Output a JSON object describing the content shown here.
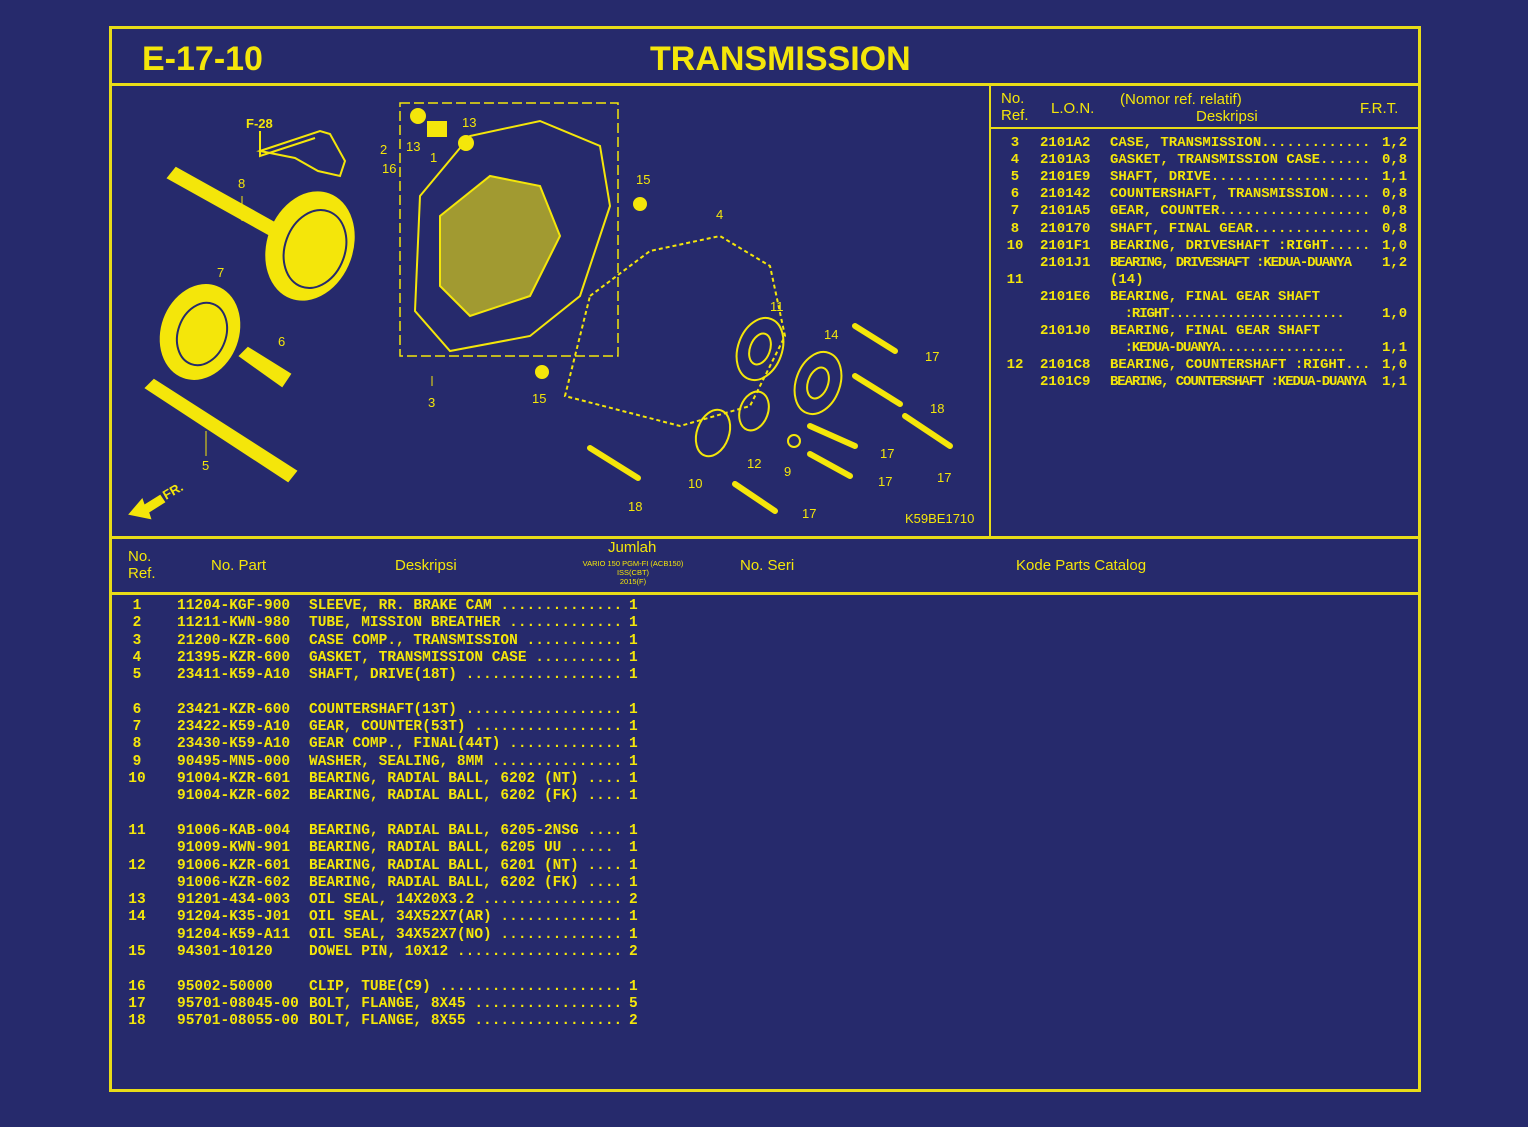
{
  "header": {
    "code": "E-17-10",
    "title": "TRANSMISSION"
  },
  "diagram": {
    "callouts": [
      "F-28",
      "2",
      "16",
      "13",
      "13",
      "1",
      "8",
      "7",
      "6",
      "5",
      "3",
      "15",
      "4",
      "11",
      "14",
      "17",
      "18",
      "17",
      "17",
      "17",
      "15",
      "12",
      "9",
      "10",
      "18",
      "17"
    ],
    "front_label": "FR.",
    "drawing_code": "K59BE1710"
  },
  "labor_table": {
    "headers": {
      "ref": "No.\nRef.",
      "lon": "L.O.N.",
      "desc_top": "(Nomor ref. relatif)",
      "desc": "Deskripsi",
      "frt": "F.R.T."
    },
    "rows": [
      {
        "ref": "3",
        "lon": "2101A2",
        "desc": "CASE, TRANSMISSION.............",
        "frt": "1,2"
      },
      {
        "ref": "4",
        "lon": "2101A3",
        "desc": "GASKET, TRANSMISSION CASE......",
        "frt": "0,8"
      },
      {
        "ref": "5",
        "lon": "2101E9",
        "desc": "SHAFT, DRIVE...................",
        "frt": "1,1"
      },
      {
        "ref": "6",
        "lon": "210142",
        "desc": "COUNTERSHAFT, TRANSMISSION.....",
        "frt": "0,8"
      },
      {
        "ref": "7",
        "lon": "2101A5",
        "desc": "GEAR, COUNTER..................",
        "frt": "0,8"
      },
      {
        "ref": "8",
        "lon": "210170",
        "desc": "SHAFT, FINAL GEAR..............",
        "frt": "0,8"
      },
      {
        "ref": "10",
        "lon": "2101F1",
        "desc": "BEARING, DRIVESHAFT :RIGHT.....",
        "frt": "1,0"
      },
      {
        "ref": "",
        "lon": "2101J1",
        "desc": "BEARING, DRIVESHAFT :KEDUA-DUANYA",
        "frt": "1,2"
      },
      {
        "ref": "11",
        "lon": "",
        "desc": "(14)",
        "frt": ""
      },
      {
        "ref": "",
        "lon": "2101E6",
        "desc": "BEARING, FINAL GEAR SHAFT",
        "frt": ""
      },
      {
        "ref": "",
        "lon": "",
        "desc": "  :RIGHT........................",
        "frt": "1,0"
      },
      {
        "ref": "",
        "lon": "2101J0",
        "desc": "BEARING, FINAL GEAR SHAFT",
        "frt": ""
      },
      {
        "ref": "",
        "lon": "",
        "desc": "  :KEDUA-DUANYA.................",
        "frt": "1,1"
      },
      {
        "ref": "12",
        "lon": "2101C8",
        "desc": "BEARING, COUNTERSHAFT :RIGHT...",
        "frt": "1,0"
      },
      {
        "ref": "",
        "lon": "2101C9",
        "desc": "BEARING, COUNTERSHAFT :KEDUA-DUANYA",
        "frt": "1,1"
      }
    ]
  },
  "parts_table": {
    "headers": {
      "ref": "No.\nRef.",
      "part": "No. Part",
      "desc": "Deskripsi",
      "qty": "Jumlah",
      "qty_model": "VARIO 150 PGM-FI (ACB150)\nISS(CBT)\n2015(F)",
      "serial": "No. Seri",
      "catalog": "Kode Parts Catalog"
    },
    "groups": [
      [
        {
          "ref": "1",
          "part": "11204-KGF-900",
          "desc": "SLEEVE, RR. BRAKE CAM ..............",
          "qty": "1"
        },
        {
          "ref": "2",
          "part": "11211-KWN-980",
          "desc": "TUBE, MISSION BREATHER .............",
          "qty": "1"
        },
        {
          "ref": "3",
          "part": "21200-KZR-600",
          "desc": "CASE COMP., TRANSMISSION ...........",
          "qty": "1"
        },
        {
          "ref": "4",
          "part": "21395-KZR-600",
          "desc": "GASKET, TRANSMISSION CASE ..........",
          "qty": "1"
        },
        {
          "ref": "5",
          "part": "23411-K59-A10",
          "desc": "SHAFT, DRIVE(18T) ..................",
          "qty": "1"
        }
      ],
      [
        {
          "ref": "6",
          "part": "23421-KZR-600",
          "desc": "COUNTERSHAFT(13T) ..................",
          "qty": "1"
        },
        {
          "ref": "7",
          "part": "23422-K59-A10",
          "desc": "GEAR, COUNTER(53T) .................",
          "qty": "1"
        },
        {
          "ref": "8",
          "part": "23430-K59-A10",
          "desc": "GEAR COMP., FINAL(44T) .............",
          "qty": "1"
        },
        {
          "ref": "9",
          "part": "90495-MN5-000",
          "desc": "WASHER, SEALING, 8MM ...............",
          "qty": "1"
        },
        {
          "ref": "10",
          "part": "91004-KZR-601",
          "desc": "BEARING, RADIAL BALL, 6202 (NT) ....",
          "qty": "1"
        },
        {
          "ref": "",
          "part": "91004-KZR-602",
          "desc": "BEARING, RADIAL BALL, 6202 (FK) ....",
          "qty": "1"
        }
      ],
      [
        {
          "ref": "11",
          "part": "91006-KAB-004",
          "desc": "BEARING, RADIAL BALL, 6205-2NSG ....",
          "qty": "1"
        },
        {
          "ref": "",
          "part": "91009-KWN-901",
          "desc": "BEARING, RADIAL BALL, 6205 UU .....",
          "qty": "1"
        },
        {
          "ref": "12",
          "part": "91006-KZR-601",
          "desc": "BEARING, RADIAL BALL, 6201 (NT) ....",
          "qty": "1"
        },
        {
          "ref": "",
          "part": "91006-KZR-602",
          "desc": "BEARING, RADIAL BALL, 6202 (FK) ....",
          "qty": "1"
        },
        {
          "ref": "13",
          "part": "91201-434-003",
          "desc": "OIL SEAL, 14X20X3.2 ................",
          "qty": "2"
        },
        {
          "ref": "14",
          "part": "91204-K35-J01",
          "desc": "OIL SEAL, 34X52X7(AR) ..............",
          "qty": "1"
        },
        {
          "ref": "",
          "part": "91204-K59-A11",
          "desc": "OIL SEAL, 34X52X7(NO) ..............",
          "qty": "1"
        },
        {
          "ref": "15",
          "part": "94301-10120",
          "desc": "DOWEL PIN, 10X12 ...................",
          "qty": "2"
        }
      ],
      [
        {
          "ref": "16",
          "part": "95002-50000",
          "desc": "CLIP, TUBE(C9) .....................",
          "qty": "1"
        },
        {
          "ref": "17",
          "part": "95701-08045-00",
          "desc": "BOLT, FLANGE, 8X45 .................",
          "qty": "5"
        },
        {
          "ref": "18",
          "part": "95701-08055-00",
          "desc": "BOLT, FLANGE, 8X55 .................",
          "qty": "2"
        }
      ]
    ]
  },
  "colors": {
    "background": "#262a6c",
    "ink": "#f4e60a",
    "rule": "#e8dc18"
  }
}
